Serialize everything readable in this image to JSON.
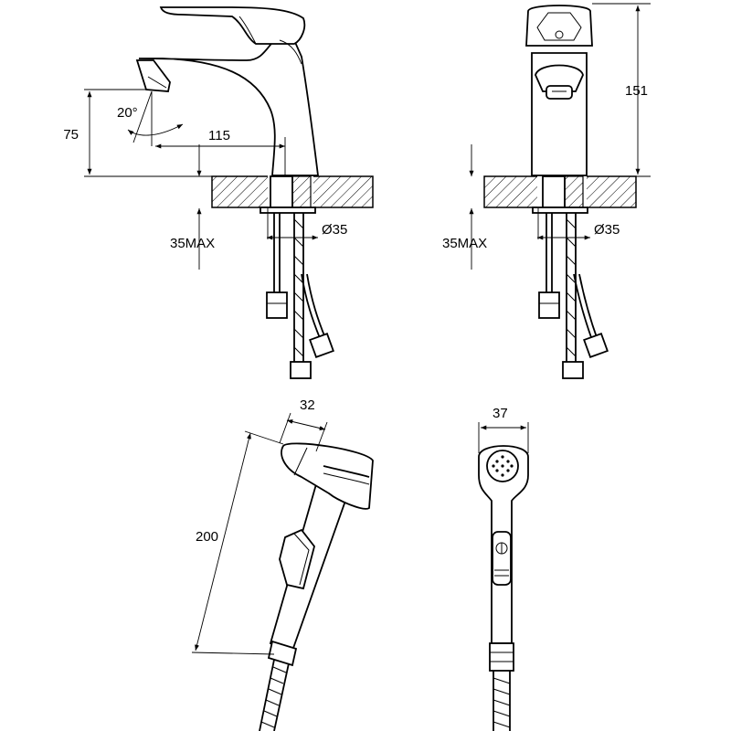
{
  "dimensions": {
    "front_spout_height": "75",
    "front_angle": "20°",
    "front_reach": "115",
    "front_counter_max": "35MAX",
    "front_hole_dia": "Ø35",
    "side_height": "151",
    "side_counter_max": "35MAX",
    "side_hole_dia": "Ø35",
    "shower_head_depth": "32",
    "shower_length": "200",
    "shower_head_width": "37"
  }
}
